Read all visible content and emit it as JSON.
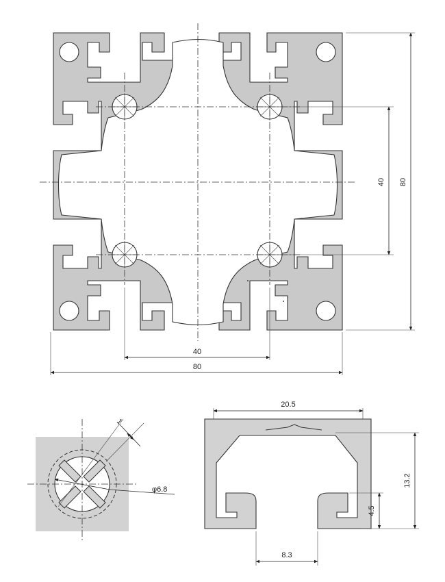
{
  "main_section": {
    "dim_width_overall": "80",
    "dim_height_overall": "80",
    "dim_width_inner": "40",
    "dim_height_inner": "40"
  },
  "core_detail": {
    "dim_wall": "1",
    "dim_diameter": "φ6.8"
  },
  "slot_detail": {
    "dim_top_width": "20.5",
    "dim_height": "13.2",
    "dim_lip": "4.5",
    "dim_opening": "8.3"
  },
  "colors": {
    "profile_fill": "#c9c9c9",
    "outline": "#333333"
  }
}
